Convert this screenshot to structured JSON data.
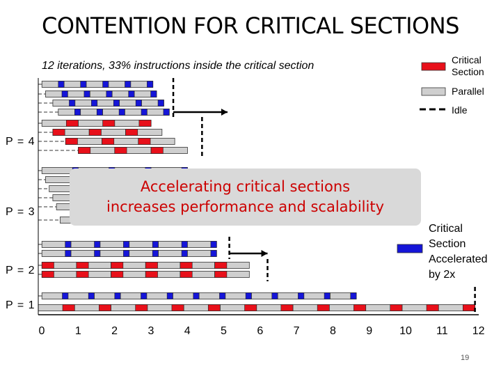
{
  "title": "CONTENTION FOR CRITICAL SECTIONS",
  "subtitle": "12 iterations, 33% instructions inside the critical section",
  "legend": {
    "critical_section": "Critical\nSection",
    "parallel": "Parallel",
    "idle": "Idle",
    "critical_section_accelerated": "Critical\nSection\nAccelerated\nby 2x"
  },
  "callout": {
    "line1": "Accelerating critical sections",
    "line2": "increases performance and scalability"
  },
  "processor_labels": [
    "P = 4",
    "P = 3",
    "P = 2",
    "P = 1"
  ],
  "x_ticks": [
    "0",
    "1",
    "2",
    "3",
    "4",
    "5",
    "6",
    "7",
    "8",
    "9",
    "10",
    "11",
    "12"
  ],
  "colors": {
    "critical": "#e8101a",
    "accelerated": "#1515d8",
    "parallel": "#cfcfcf",
    "idle": "#000000"
  },
  "page_number": "19"
}
